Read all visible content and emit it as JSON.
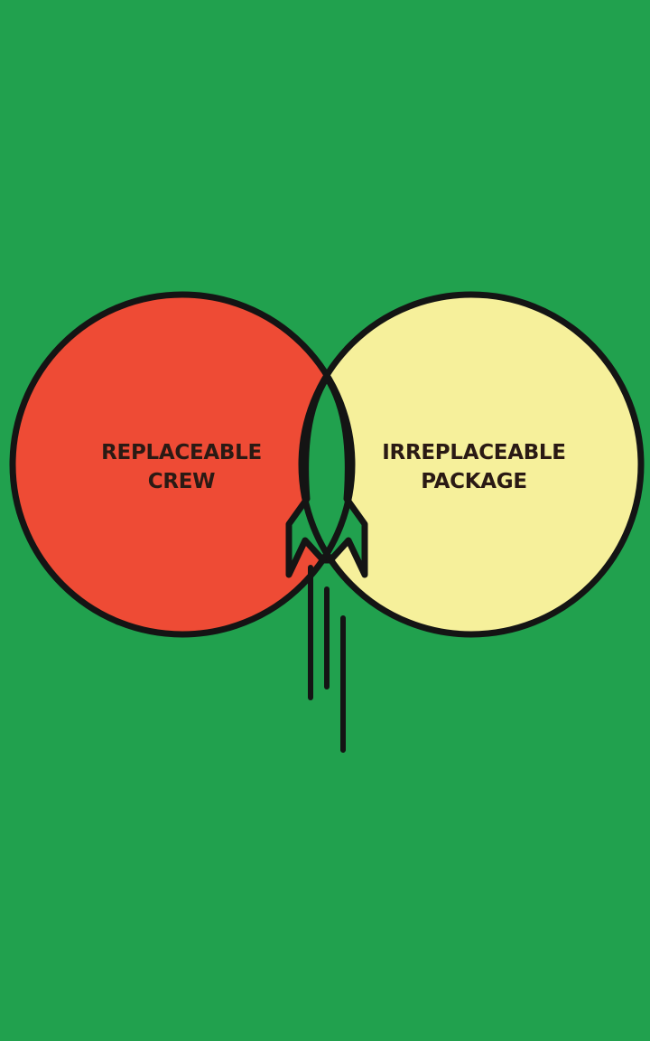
{
  "colors": {
    "background": "#21a14e",
    "left_circle": "#ee4b35",
    "right_circle": "#f6f09b",
    "outline": "#141414",
    "label_text": "#2a1a14"
  },
  "diagram": {
    "type": "venn",
    "sets": [
      {
        "label_line1": "REPLACEABLE",
        "label_line2": "CREW"
      },
      {
        "label_line1": "IRREPLACEABLE",
        "label_line2": "PACKAGE"
      }
    ],
    "intersection_icon": "rocket-icon"
  }
}
